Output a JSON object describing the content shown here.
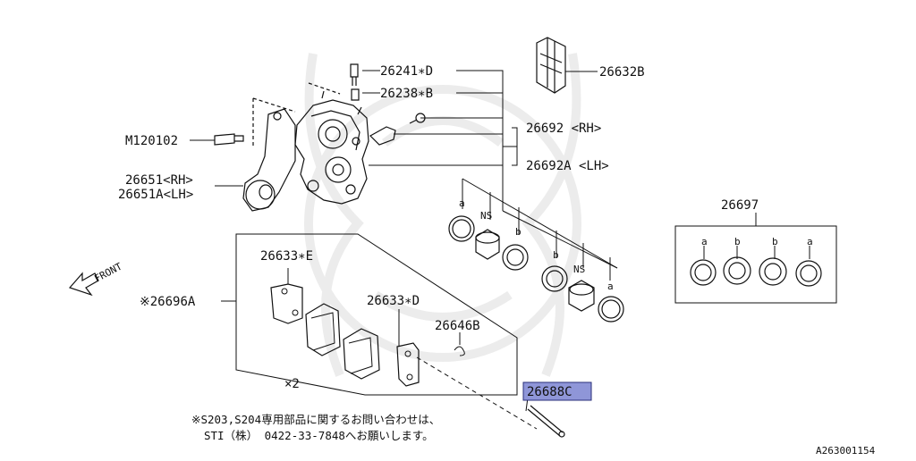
{
  "diagram": {
    "callouts": {
      "bleeder_screw": "26241∗D",
      "bleeder_cap": "26238∗B",
      "pad_clip": "26632B",
      "caliper_rh": "26692 <RH>",
      "caliper_lh": "26692A <LH>",
      "bolt": "M120102",
      "support_rh": "26651<RH>",
      "support_lh": "26651A<LH>",
      "seal_kit": "26697",
      "shim_e": "26633∗E",
      "pad_set": "※26696A",
      "shim_d": "26633∗D",
      "spring": "26646B",
      "pin_highlighted": "26688C"
    },
    "seal_letters": [
      "a",
      "NS",
      "b",
      "b",
      "NS",
      "a"
    ],
    "kit_letters": [
      "a",
      "b",
      "b",
      "a"
    ],
    "quantity": "×2",
    "front_label": "FRONT",
    "note_line1": "※S203,S204専用部品に関するお問い合わせは、",
    "note_line2": "STI（株） 0422-33-7848へお願いします。",
    "figure_id": "A263001154"
  },
  "colors": {
    "highlight": "#8f96d8",
    "line": "#111111"
  }
}
